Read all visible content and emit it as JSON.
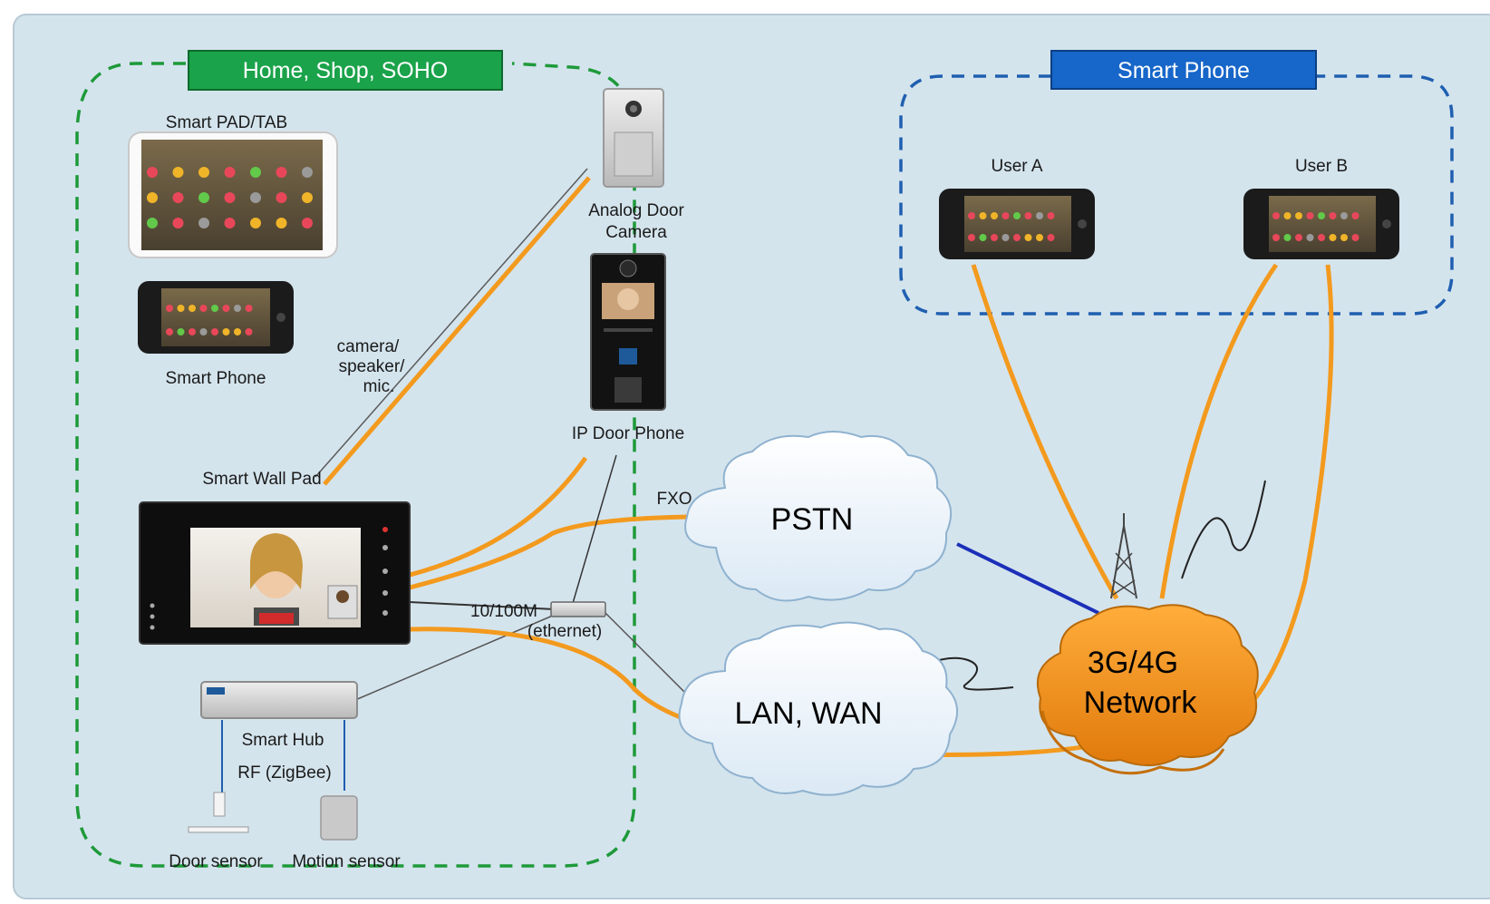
{
  "groups": {
    "home_title": "Home, Shop, SOHO",
    "smartphone_title": "Smart Phone"
  },
  "devices": {
    "smart_pad": "Smart PAD/TAB",
    "smart_phone": "Smart Phone",
    "door_camera_line1": "Analog Door",
    "door_camera_line2": "Camera",
    "ip_door_phone": "IP Door Phone",
    "wall_pad": "Smart Wall Pad",
    "smart_hub": "Smart Hub",
    "rf": "RF (ZigBee)",
    "door_sensor": "Door sensor",
    "motion_sensor": "Motion sensor",
    "user_a": "User A",
    "user_b": "User B"
  },
  "links": {
    "cam_line1": "camera/",
    "cam_line2": "speaker/",
    "cam_line3": "mic.",
    "fxo": "FXO",
    "ethernet_line1": "10/100M",
    "ethernet_line2": "(ethernet)"
  },
  "networks": {
    "pstn": "PSTN",
    "lan_wan": "LAN,  WAN",
    "mobile_line1": "3G/4G",
    "mobile_line2": "Network"
  },
  "colors": {
    "background_panel": "#d4e4ed",
    "home_border": "#1e9a3a",
    "home_header": "#1aa34a",
    "phone_border": "#1f5fb0",
    "phone_header": "#1766c9",
    "link_orange": "#f39a1e",
    "pstn_link": "#1b2fb8",
    "mobile_cloud": "#f7941d"
  }
}
